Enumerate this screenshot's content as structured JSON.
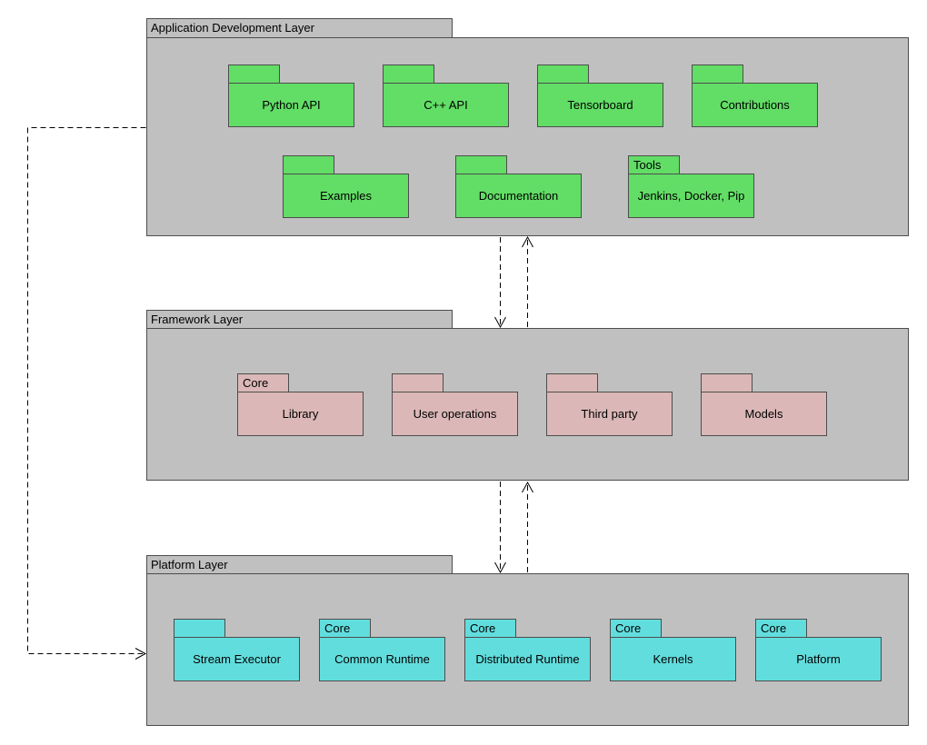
{
  "layers": {
    "app": {
      "label": "Application Development Layer",
      "packages": [
        {
          "tab": "",
          "name": "Python API"
        },
        {
          "tab": "",
          "name": "C++ API"
        },
        {
          "tab": "",
          "name": "Tensorboard"
        },
        {
          "tab": "",
          "name": "Contributions"
        },
        {
          "tab": "",
          "name": "Examples"
        },
        {
          "tab": "",
          "name": "Documentation"
        },
        {
          "tab": "Tools",
          "name": "Jenkins, Docker, Pip"
        }
      ]
    },
    "framework": {
      "label": "Framework Layer",
      "packages": [
        {
          "tab": "Core",
          "name": "Library"
        },
        {
          "tab": "",
          "name": "User operations"
        },
        {
          "tab": "",
          "name": "Third party"
        },
        {
          "tab": "",
          "name": "Models"
        }
      ]
    },
    "platform": {
      "label": "Platform Layer",
      "packages": [
        {
          "tab": "",
          "name": "Stream Executor"
        },
        {
          "tab": "Core",
          "name": "Common Runtime"
        },
        {
          "tab": "Core",
          "name": "Distributed Runtime"
        },
        {
          "tab": "Core",
          "name": "Kernels"
        },
        {
          "tab": "Core",
          "name": "Platform"
        }
      ]
    }
  },
  "colors": {
    "app_package": "#62dd66",
    "framework_package": "#dbb8b7",
    "platform_package": "#62dddd",
    "layer_fill": "#c0c0c0"
  }
}
